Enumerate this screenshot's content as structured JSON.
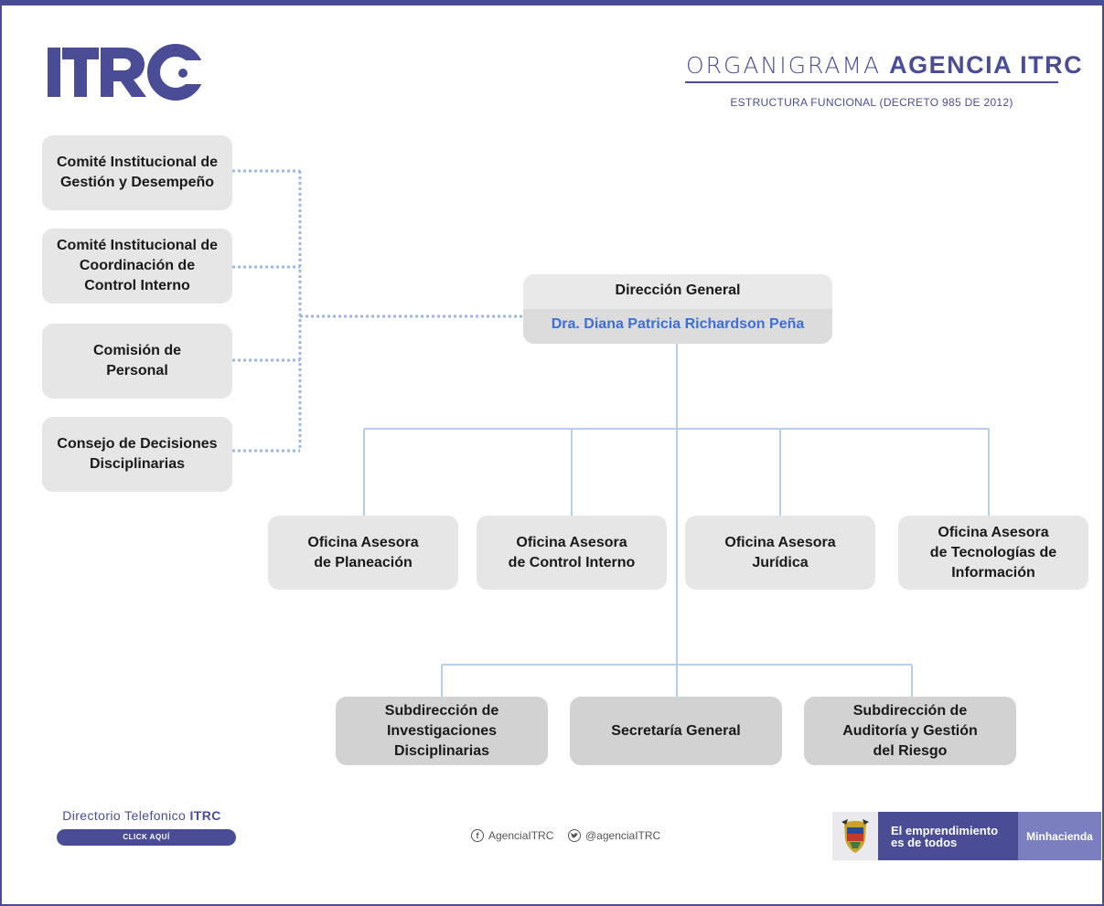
{
  "header": {
    "title_prefix": "ORGANIGRAMA",
    "title_bold": "AGENCIA ITRC",
    "subtitle": "ESTRUCTURA FUNCIONAL (DECRETO 985 DE 2012)"
  },
  "logo": {
    "text": "ITRC"
  },
  "committees": [
    {
      "line1": "Comité Institucional de",
      "line2": "Gestión y Desempeño",
      "line3": ""
    },
    {
      "line1": "Comité Institucional de",
      "line2": "Coordinación de",
      "line3": "Control Interno"
    },
    {
      "line1": "Comisión de",
      "line2": "Personal",
      "line3": ""
    },
    {
      "line1": "Consejo de Decisiones",
      "line2": "Disciplinarias",
      "line3": ""
    }
  ],
  "direccion": {
    "title": "Dirección General",
    "name": "Dra. Diana Patricia Richardson Peña"
  },
  "offices": [
    {
      "line1": "Oficina Asesora",
      "line2": "de Planeación",
      "line3": ""
    },
    {
      "line1": "Oficina Asesora",
      "line2": "de Control Interno",
      "line3": ""
    },
    {
      "line1": "Oficina Asesora",
      "line2": "Jurídica",
      "line3": ""
    },
    {
      "line1": "Oficina Asesora",
      "line2": "de Tecnologías de",
      "line3": "Información"
    }
  ],
  "subdirections": [
    {
      "line1": "Subdirección de",
      "line2": "Investigaciones",
      "line3": "Disciplinarias"
    },
    {
      "line1": "Secretaría General",
      "line2": "",
      "line3": ""
    },
    {
      "line1": "Subdirección de",
      "line2": "Auditoría y Gestión",
      "line3": "del Riesgo"
    }
  ],
  "footer": {
    "directory_label": "Directorio Telefonico",
    "directory_brand": "ITRC",
    "click_label": "CLICK AQUÍ",
    "facebook": "AgenciaITRC",
    "twitter": "@agenciaITRC",
    "gov_line1": "El emprendimiento",
    "gov_line2": "es de todos",
    "ministry": "Minhacienda"
  },
  "colors": {
    "brand": "#4a4d96",
    "connector": "#b7cdea",
    "dotted": "#9db8e4",
    "name_blue": "#3e6fd6"
  },
  "icons": [
    "logo-ring-icon",
    "facebook-icon",
    "twitter-icon",
    "colombia-seal-icon"
  ]
}
